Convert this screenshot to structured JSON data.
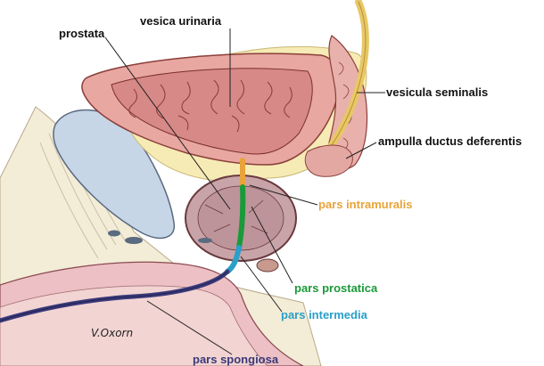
{
  "labels": {
    "prostata": "prostata",
    "vesica_urinaria": "vesica urinaria",
    "vesicula_seminalis": "vesicula seminalis",
    "ampulla_ductus_deferentis": "ampulla ductus deferentis",
    "pars_intramuralis": "pars intramuralis",
    "pars_prostatica": "pars prostatica",
    "pars_intermedia": "pars intermedia",
    "pars_spongiosa": "pars spongiosa"
  },
  "signature": "V.Oxorn",
  "colors": {
    "label_default": "#111111",
    "pars_intramuralis": "#e8a33a",
    "pars_prostatica": "#1a9a3a",
    "pars_intermedia": "#2a9fc8",
    "pars_spongiosa": "#3a3a7a"
  }
}
